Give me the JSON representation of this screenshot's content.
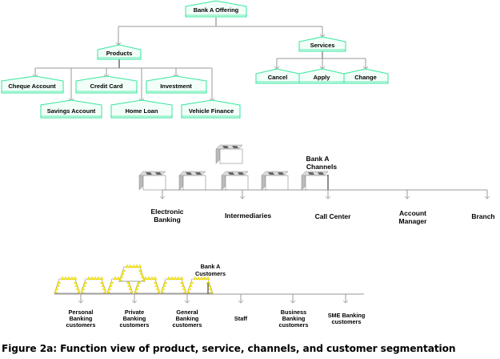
{
  "offering": {
    "root": "Bank A Offering",
    "products": {
      "label": "Products",
      "items": [
        "Cheque Account",
        "Credit Card",
        "Investment",
        "Savings Account",
        "Home Loan",
        "Vehicle Finance"
      ]
    },
    "services": {
      "label": "Services",
      "items": [
        "Cancel",
        "Apply",
        "Change"
      ]
    }
  },
  "channels": {
    "title_line1": "Bank A",
    "title_line2": "Channels",
    "items": [
      {
        "line1": "Electronic",
        "line2": "Banking"
      },
      {
        "line1": "Intermediaries",
        "line2": ""
      },
      {
        "line1": "Call Center",
        "line2": ""
      },
      {
        "line1": "Account",
        "line2": "Manager"
      },
      {
        "line1": "Branch",
        "line2": ""
      }
    ]
  },
  "customers": {
    "title_line1": "Bank A",
    "title_line2": "Customers",
    "items": [
      {
        "line1": "Personal",
        "line2": "Banking",
        "line3": "customers"
      },
      {
        "line1": "Private",
        "line2": "Banking",
        "line3": "customers"
      },
      {
        "line1": "General",
        "line2": "Banking",
        "line3": "customers"
      },
      {
        "line1": "Staff",
        "line2": "",
        "line3": ""
      },
      {
        "line1": "Business",
        "line2": "Banking",
        "line3": "customers"
      },
      {
        "line1": "SME Banking",
        "line2": "customers",
        "line3": ""
      }
    ]
  },
  "colors": {
    "node_border": "#33e699",
    "node_fill": "#f2fff9",
    "connector": "#999999",
    "crown_yellow": "#ffee00"
  },
  "caption": "Figure 2a: Function view of product, service, channels, and customer segmentation"
}
